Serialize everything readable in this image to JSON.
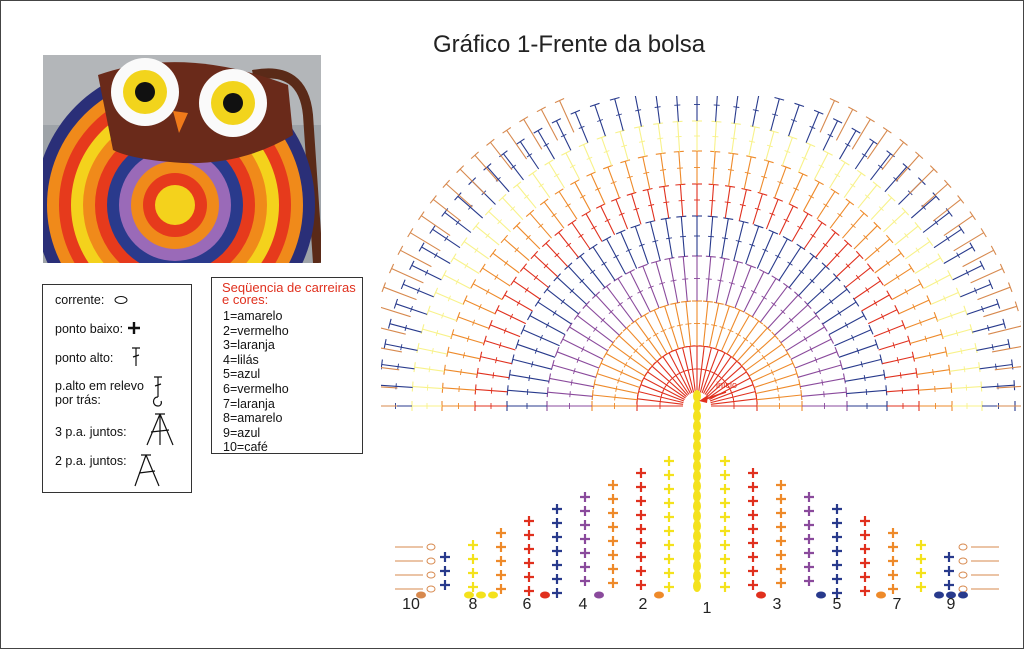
{
  "title": "Gráfico 1-Frente da bolsa",
  "photo": {
    "icon": "owl-bag-photo"
  },
  "legend": {
    "items": [
      {
        "label": "corrente:",
        "icon": "chain-stitch-icon"
      },
      {
        "label": "ponto baixo:",
        "icon": "single-crochet-icon"
      },
      {
        "label": "ponto alto:",
        "icon": "double-crochet-icon"
      },
      {
        "label": "p.alto em relevo",
        "label2": "por trás:",
        "icon": "back-post-double-crochet-icon"
      },
      {
        "label": "3 p.a. juntos:",
        "icon": "three-dc-together-icon"
      },
      {
        "label": "2 p.a. juntos:",
        "icon": "two-dc-together-icon"
      }
    ]
  },
  "sequence": {
    "heading": "Seqüencia de carreiras e cores:",
    "rows": [
      "1=amarelo",
      "2=vermelho",
      "3=laranja",
      "4=lilás",
      "5=azul",
      "6=vermelho",
      "7=laranja",
      "8=amarelo",
      "9=azul",
      "10=café"
    ]
  },
  "diagram": {
    "start_label": "início",
    "row_numbers": [
      "10",
      "8",
      "6",
      "4",
      "2",
      "1",
      "3",
      "5",
      "7",
      "9"
    ],
    "colors": {
      "amarelo": "#f4e21c",
      "amarelo_claro": "#f8f28a",
      "vermelho": "#e0301e",
      "laranja": "#ee8a2a",
      "lilas": "#8a4a9c",
      "azul": "#283a8c",
      "cafe": "#d7894e",
      "preto": "#222222"
    }
  }
}
